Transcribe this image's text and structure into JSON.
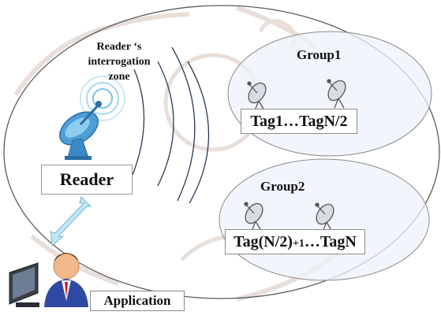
{
  "diagram": {
    "zone_label": [
      "Reader ‘s",
      "interrogation",
      "zone"
    ],
    "reader_label": "Reader",
    "application_label": "Application",
    "group1": {
      "title": "Group1",
      "tags_label": "Tag1…TagN/2"
    },
    "group2": {
      "title": "Group2",
      "tags_prefix": "Tag(N/2)",
      "tags_sub": "+1",
      "tags_suffix": "…TagN"
    }
  },
  "colors": {
    "outline": "#5a5a5a",
    "group_fill": "#f0f4fb",
    "wave": "#2b3a55",
    "connector": "#b9e3ef",
    "connector_stroke": "#7ab9cf",
    "reader_dish": "#5aa9dc",
    "watermark": "#e9e3df"
  }
}
